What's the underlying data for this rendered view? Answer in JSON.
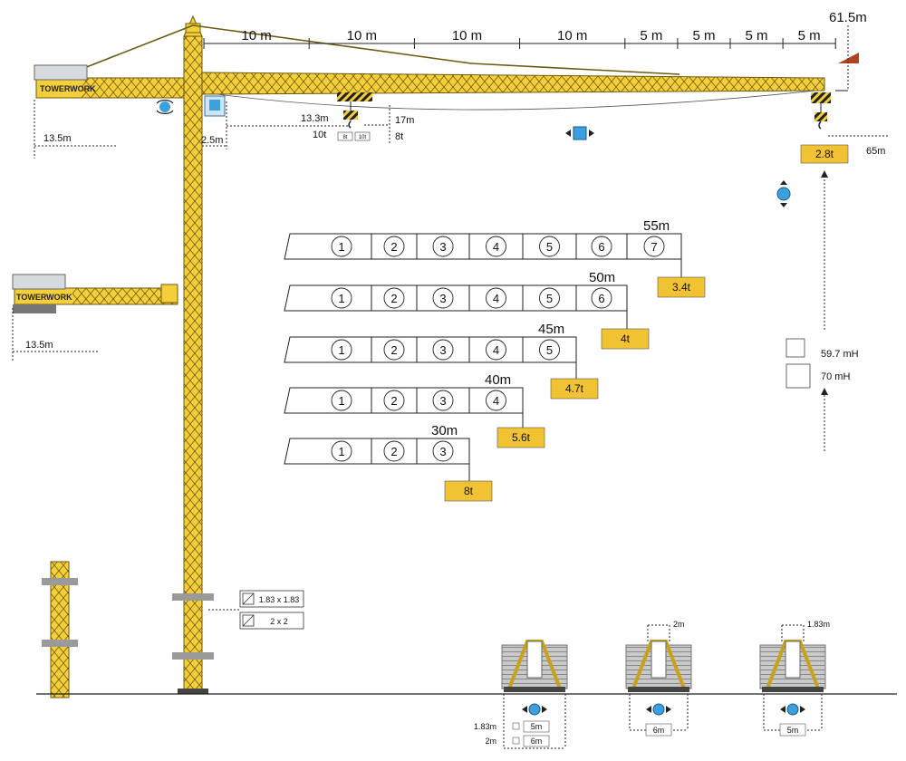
{
  "tip": {
    "max_radius": "61.5m",
    "load": "2.8t",
    "alt_radius": "65m"
  },
  "jib_segments": [
    "10 m",
    "10 m",
    "10 m",
    "10 m",
    "5 m",
    "5 m",
    "5 m",
    "5 m"
  ],
  "counter_jib": {
    "top_radius": "13.5m",
    "lower_radius": "13.5m",
    "brand": "TOWERWORK"
  },
  "trolley": {
    "radius_10t": "13.3m",
    "load_10t": "10t",
    "radius_8t": "17m",
    "load_8t": "8t",
    "tag_a": "8t",
    "tag_b": "10t",
    "mast_offset": "2.5m"
  },
  "load_chart": [
    {
      "radius": "55m",
      "sections": [
        "1",
        "2",
        "3",
        "4",
        "5",
        "6",
        "7"
      ],
      "load": "3.4t"
    },
    {
      "radius": "50m",
      "sections": [
        "1",
        "2",
        "3",
        "4",
        "5",
        "6"
      ],
      "load": "4t"
    },
    {
      "radius": "45m",
      "sections": [
        "1",
        "2",
        "3",
        "4",
        "5"
      ],
      "load": "4.7t"
    },
    {
      "radius": "40m",
      "sections": [
        "1",
        "2",
        "3",
        "4"
      ],
      "load": "5.6t"
    },
    {
      "radius": "30m",
      "sections": [
        "1",
        "2",
        "3"
      ],
      "load": "8t"
    }
  ],
  "heights": [
    {
      "label": "59.7 mH"
    },
    {
      "label": "70 mH"
    }
  ],
  "mast_sections": [
    {
      "label": "1.83 x 1.83"
    },
    {
      "label": "2 x 2"
    }
  ],
  "bases": [
    {
      "labels": [
        {
          "label": "1.83m",
          "value": "5m"
        },
        {
          "label": "2m",
          "value": "6m"
        }
      ]
    },
    {
      "top": "2m",
      "width": "6m"
    },
    {
      "top": "1.83m",
      "width": "5m"
    }
  ],
  "colors": {
    "yellow": "#f5cf3a",
    "load_box": "#f1c232",
    "blue": "#3aa0e0",
    "counterweight": "#b1421f"
  },
  "icons": [
    "slewing-icon",
    "trolley-travel-icon",
    "hoist-icon",
    "travel-icon"
  ]
}
